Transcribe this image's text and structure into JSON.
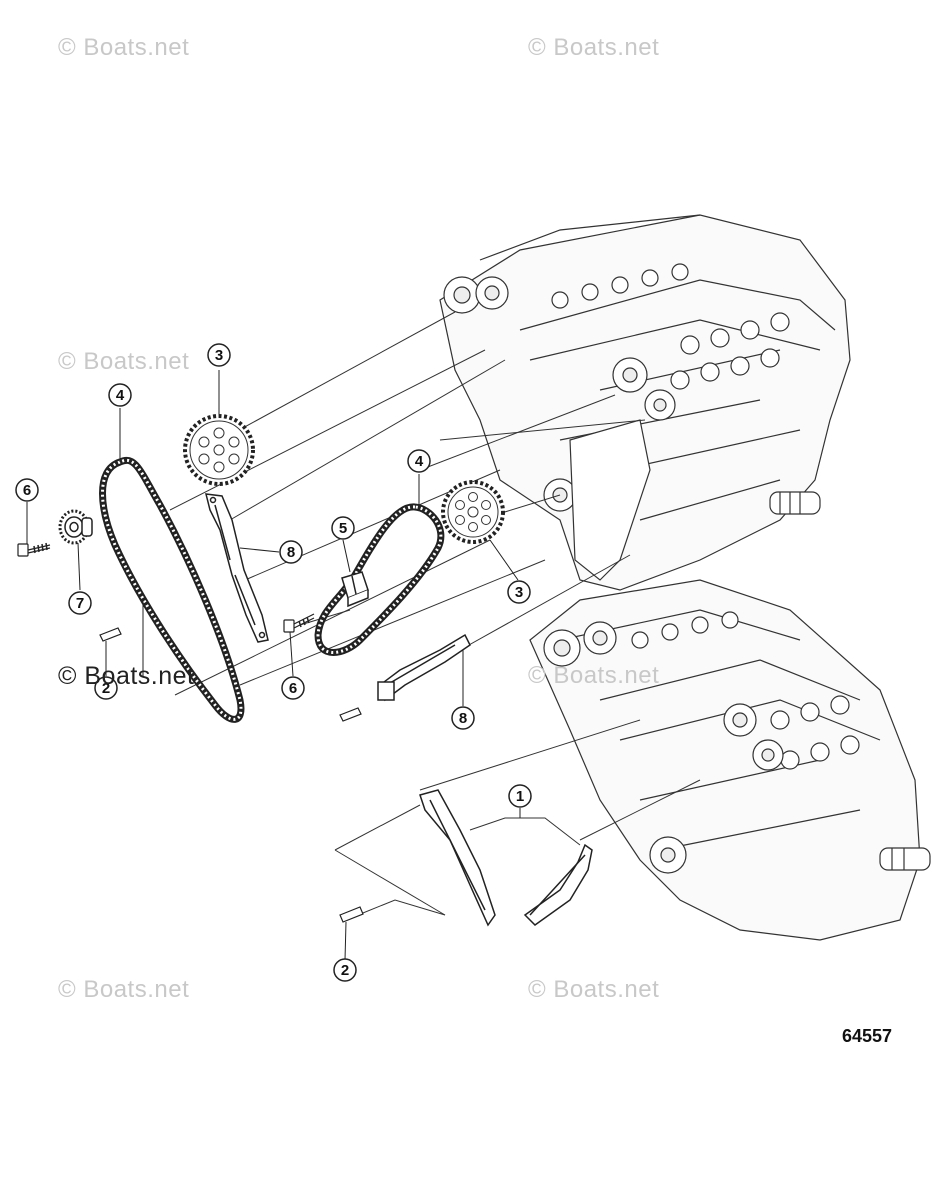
{
  "watermarks": [
    "© Boats.net",
    "© Boats.net",
    "© Boats.net",
    "© Boats.net",
    "© Boats.net",
    "© Boats.net",
    "© Boats.net"
  ],
  "figure_number": "64557",
  "callouts": {
    "c1": "1",
    "c2a": "2",
    "c2b": "2",
    "c3a": "3",
    "c3b": "3",
    "c4a": "4",
    "c4b": "4",
    "c5": "5",
    "c6a": "6",
    "c6b": "6",
    "c7": "7",
    "c8a": "8",
    "c8b": "8"
  },
  "icons": {
    "engine": "engine-block-icon",
    "sprocket": "sprocket-icon",
    "chain": "timing-chain-icon",
    "guide": "chain-guide-icon",
    "bolt": "bolt-icon"
  }
}
